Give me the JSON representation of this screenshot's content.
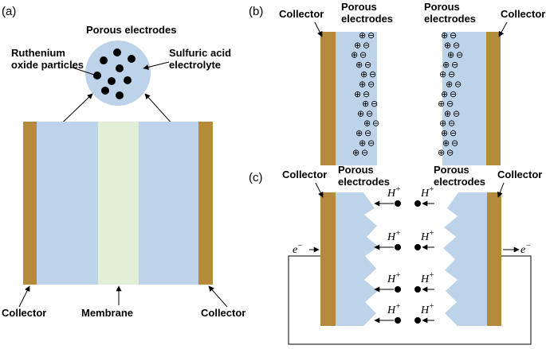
{
  "panels": {
    "a": {
      "label": "(a)",
      "porous_electrodes": "Porous electrodes",
      "particles_line1": "Ruthenium",
      "particles_line2": "oxide particles",
      "electrolyte_line1": "Sulfuric acid",
      "electrolyte_line2": "electrolyte",
      "collector_left": "Collector",
      "membrane": "Membrane",
      "collector_right": "Collector"
    },
    "b": {
      "label": "(b)",
      "collector_left": "Collector",
      "porous_left_line1": "Porous",
      "porous_left_line2": "electrodes",
      "porous_right_line1": "Porous",
      "porous_right_line2": "electrodes",
      "collector_right": "Collector",
      "plus_symbol": "⊕",
      "minus_symbol": "⊖"
    },
    "c": {
      "label": "(c)",
      "collector_left": "Collector",
      "porous_left_line1": "Porous",
      "porous_left_line2": "electrodes",
      "porous_right_line1": "Porous",
      "porous_right_line2": "electrodes",
      "collector_right": "Collector",
      "ion_base": "H",
      "ion_charge": "+",
      "electron_base": "e",
      "electron_charge": "−"
    }
  },
  "colors": {
    "collector": "#b58a3a",
    "electrode": "#bdd3ea",
    "membrane": "#e3eed8",
    "particle": "#000000",
    "text": "#000000"
  },
  "icons": [
    "plus-circle-icon",
    "minus-circle-icon",
    "black-dot-icon",
    "arrow-icon"
  ]
}
